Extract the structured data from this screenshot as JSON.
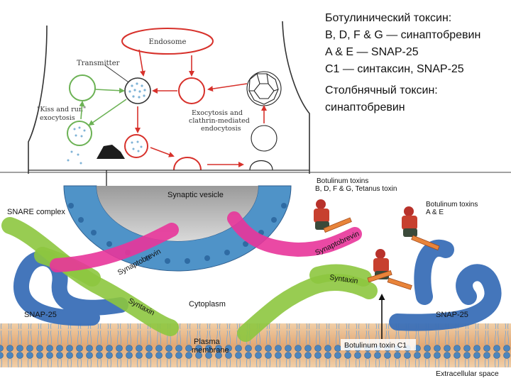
{
  "info_text": {
    "botulinum_heading": "Ботулинический токсин:",
    "botulinum_line1": "B, D, F & G — синаптобревин",
    "botulinum_line2": "A & E — SNAP-25",
    "botulinum_line3": "C1 — синтаксин, SNAP-25",
    "tetanus_heading": "Столбнячный токсин:",
    "tetanus_line1": "синаптобревин"
  },
  "vesicle_cycle": {
    "endosome": "Endosome",
    "transmitter": "Transmitter",
    "kiss_and_run_line1": "\"Kiss and run\"",
    "kiss_and_run_line2": "exocytosis",
    "exo_line1": "Exocytosis and",
    "exo_line2": "clathrin-mediated",
    "exo_line3": "endocytosis"
  },
  "snare_panel": {
    "synaptic_vesicle": "Synaptic vesicle",
    "snare_complex": "SNARE complex",
    "botulinum_bdfg_line1": "Botulinum toxins",
    "botulinum_bdfg_line2": "B, D, F & G, Tetanus toxin",
    "botulinum_ae_line1": "Botulinum toxins",
    "botulinum_ae_line2": "A & E",
    "synaptobrevin_left": "Synaptobrevin",
    "synaptobrevin_right": "Synaptobrevin",
    "syntaxin_left": "Syntaxin",
    "syntaxin_right": "Syntaxin",
    "snap25_left": "SNAP-25",
    "snap25_right": "SNAP-25",
    "cytoplasm": "Cytoplasm",
    "plasma_membrane_line1": "Plasma",
    "plasma_membrane_line2": "membrane",
    "botulinum_c1": "Botulinum toxin C1",
    "extracellular": "Extracellular space"
  },
  "colors": {
    "arrow_red": "#d7312b",
    "arrow_green": "#6cb255",
    "synaptobrevin": "#e8359a",
    "syntaxin": "#8dc63f",
    "snap25": "#3a6fb7",
    "membrane_band": "#e7b889",
    "vesicle_blue": "#4f93c8"
  }
}
